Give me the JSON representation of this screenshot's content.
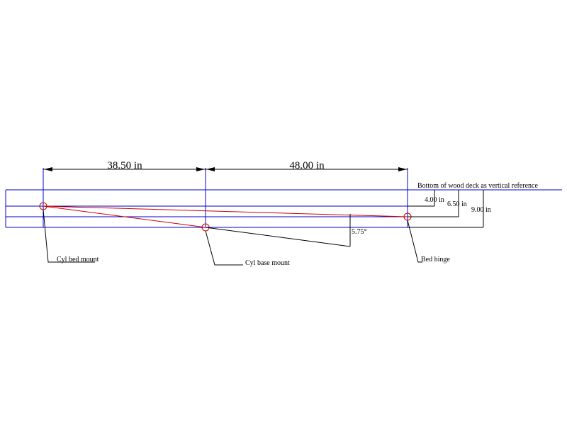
{
  "dimensions": {
    "span_left": "38.50 in",
    "span_right": "48.00 in",
    "offset_1": "4.00 in",
    "offset_2": "6.50 in",
    "offset_3": "9.00 in",
    "angle": "5.75°"
  },
  "annotations": {
    "reference": "Bottom of wood deck as vertical reference",
    "cyl_bed_mount": "Cyl bed mount",
    "cyl_base_mount": "Cyl base mount",
    "bed_hinge": "Bed hinge"
  },
  "colors": {
    "structure": "#0000cc",
    "cylinder": "#cc0000",
    "dimension": "#000000"
  }
}
